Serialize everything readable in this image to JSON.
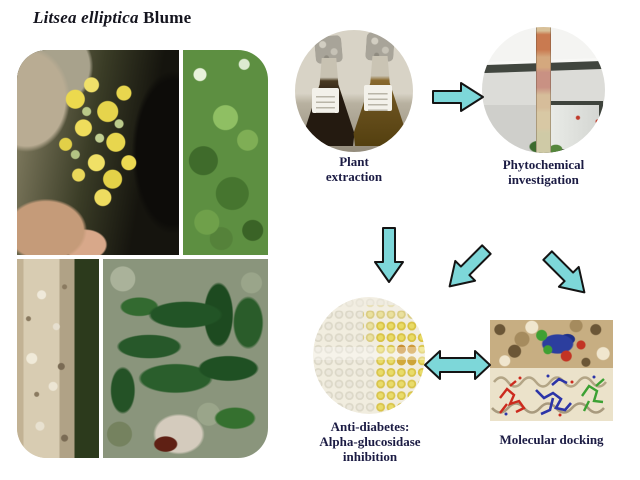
{
  "title": {
    "species": "Litsea elliptica",
    "author": "Blume"
  },
  "labels": {
    "plant_extraction": [
      "Plant",
      "extraction"
    ],
    "phytochemical": [
      "Phytochemical",
      "investigation"
    ],
    "anti_diabetes": [
      "Anti-diabetes:",
      "Alpha-glucosidase",
      "inhibition"
    ],
    "molecular_docking": [
      "Molecular docking"
    ]
  },
  "colors": {
    "arrow_fill": "#7dd7d9",
    "arrow_outline": "#141414",
    "label_text": "#1c1c44"
  },
  "icons": [
    "arrow-right-icon",
    "arrow-down-icon",
    "arrow-down-left-icon",
    "arrow-down-right-icon",
    "arrow-left-right-icon"
  ]
}
